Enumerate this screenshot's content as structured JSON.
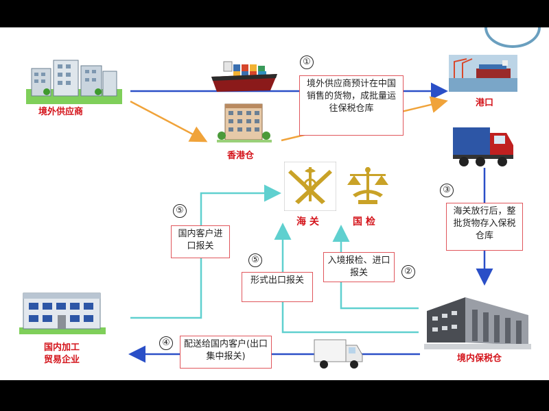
{
  "nodes": {
    "overseas_supplier": "境外供应商",
    "hk_warehouse": "香港仓",
    "port": "港口",
    "customs": "海 关",
    "inspection": "国 检",
    "domestic_enterprise_line1": "国内加工",
    "domestic_enterprise_line2": "贸易企业",
    "bonded_warehouse": "境内保税仓"
  },
  "steps": {
    "step1_num": "①",
    "step1_text": "境外供应商预计在中国销售的货物，成批量运往保税仓库",
    "step2_num": "②",
    "step2_text": "入境报检、进口报关",
    "step3_num": "③",
    "step3_text": "海关放行后，整批货物存入保税仓库",
    "step4_num": "④",
    "step4_text": "配送给国内客户(出口集中报关)",
    "step5a_num": "⑤",
    "step5a_text": "国内客户进口报关",
    "step5b_num": "⑤",
    "step5b_text": "形式出口报关"
  },
  "colors": {
    "blue_arrow": "#2a4fc7",
    "orange_arrow": "#f0a33a",
    "teal_arrow": "#5fd0cf",
    "label_red": "#d4141b",
    "box_border": "#e0555b"
  }
}
